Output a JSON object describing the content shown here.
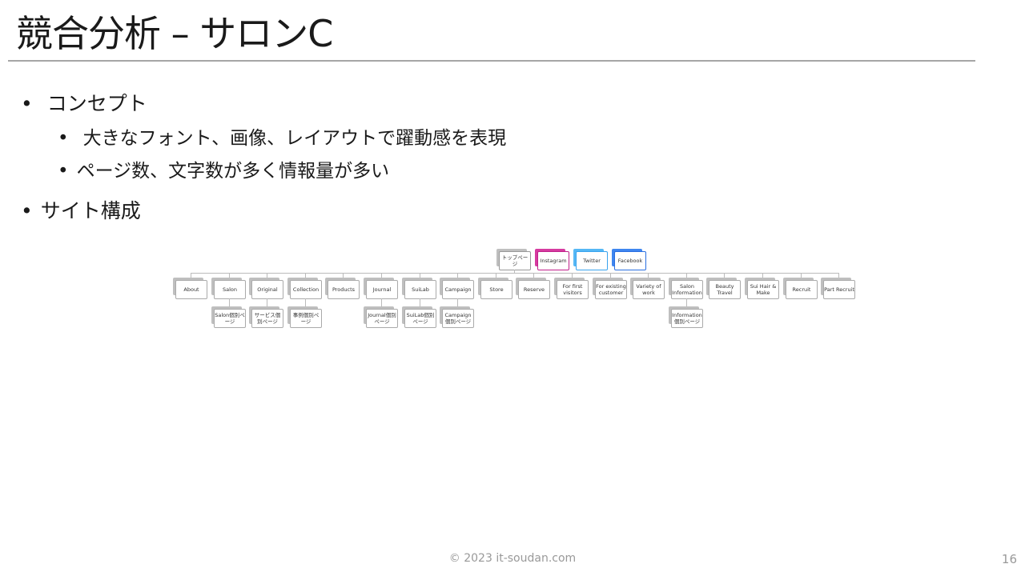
{
  "title": "競合分析 – サロンC",
  "bullets": [
    {
      "text": "コンセプト",
      "sub": [
        "大きなフォント、画像、レイアウトで躍動感を表現",
        "ページ数、文字数が多く情報量が多い"
      ]
    },
    {
      "text": "サイト構成",
      "sub": []
    }
  ],
  "sitemap": {
    "top": [
      {
        "label": "トップページ",
        "color": "#bfbfbf",
        "border": "#999999"
      },
      {
        "label": "Instagram",
        "color": "#d63ba0",
        "border": "#c0208a"
      },
      {
        "label": "Twitter",
        "color": "#55b8f5",
        "border": "#3aa3ee"
      },
      {
        "label": "Facebook",
        "color": "#3f86f0",
        "border": "#2a6fe0"
      }
    ],
    "pages": [
      {
        "label": "About"
      },
      {
        "label": "Salon",
        "child": "Salon個別ページ"
      },
      {
        "label": "Original",
        "child": "サービス個別ページ"
      },
      {
        "label": "Collection",
        "child": "事例個別ページ"
      },
      {
        "label": "Products"
      },
      {
        "label": "Journal",
        "child": "Journal個別ページ"
      },
      {
        "label": "SuiLab",
        "child": "SuiLab個別ページ"
      },
      {
        "label": "Campaign",
        "child": "Campaign個別ページ"
      },
      {
        "label": "Store"
      },
      {
        "label": "Reserve"
      },
      {
        "label": "For first visitors"
      },
      {
        "label": "For existing customer"
      },
      {
        "label": "Variety of work"
      },
      {
        "label": "Salon Information",
        "child": "Information個別ページ"
      },
      {
        "label": "Beauty Travel"
      },
      {
        "label": "Sui Hair & Make"
      },
      {
        "label": "Recruit"
      },
      {
        "label": "Part Recruit"
      }
    ]
  },
  "footer": "© 2023 it-soudan.com",
  "page_number": "16"
}
